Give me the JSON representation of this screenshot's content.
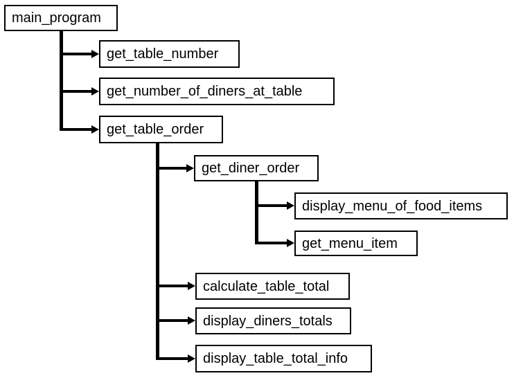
{
  "diagram_type": "structure-chart",
  "colors": {
    "background": "#ffffff",
    "line": "#000000",
    "box_border": "#000000",
    "box_fill": "#ffffff",
    "text": "#000000"
  },
  "tree": {
    "label": "main_program",
    "children": [
      {
        "label": "get_table_number",
        "children": []
      },
      {
        "label": "get_number_of_diners_at_table",
        "children": []
      },
      {
        "label": "get_table_order",
        "children": [
          {
            "label": "get_diner_order",
            "children": [
              {
                "label": "display_menu_of_food_items",
                "children": []
              },
              {
                "label": "get_menu_item",
                "children": []
              }
            ]
          },
          {
            "label": "calculate_table_total",
            "children": []
          },
          {
            "label": "display_diners_totals",
            "children": []
          },
          {
            "label": "display_table_total_info",
            "children": []
          }
        ]
      }
    ]
  }
}
